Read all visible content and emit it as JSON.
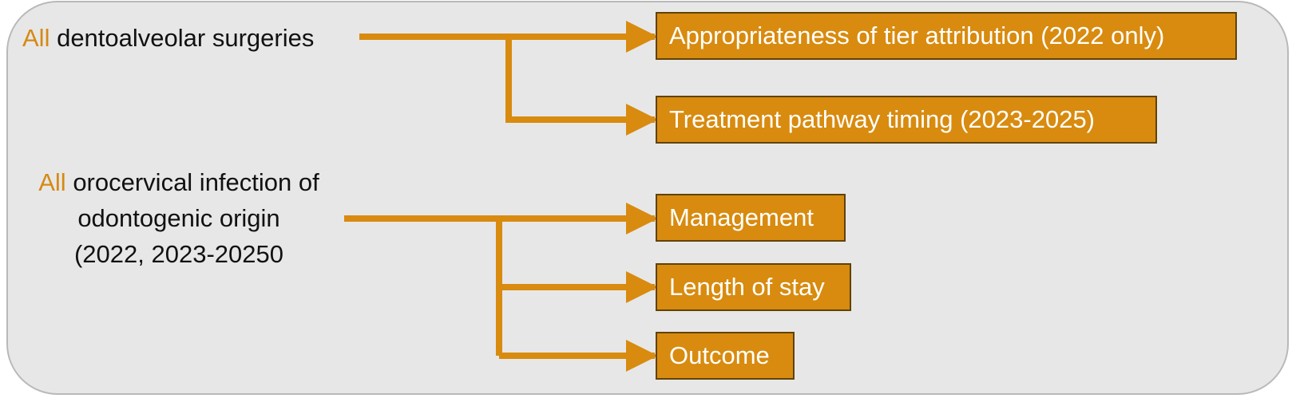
{
  "groups": [
    {
      "source": {
        "prefix": "All",
        "text": "dentoalveolar surgeries"
      },
      "targets": [
        "Appropriateness of tier attribution (2022 only)",
        "Treatment pathway timing (2023-2025)"
      ]
    },
    {
      "source": {
        "prefix": "All",
        "lines": [
          "orocervical infection of",
          "odontogenic origin",
          "(2022, 2023-20250"
        ]
      },
      "targets": [
        "Management",
        "Length of stay",
        "Outcome"
      ]
    }
  ],
  "colors": {
    "accent": "#d88b0f",
    "accent_text": "#d48a14",
    "box_border": "#5f4308",
    "panel_background": "#e8e7e7",
    "panel_border": "#b9b9b9",
    "label_text": "#111111",
    "box_text": "#ffffff"
  }
}
